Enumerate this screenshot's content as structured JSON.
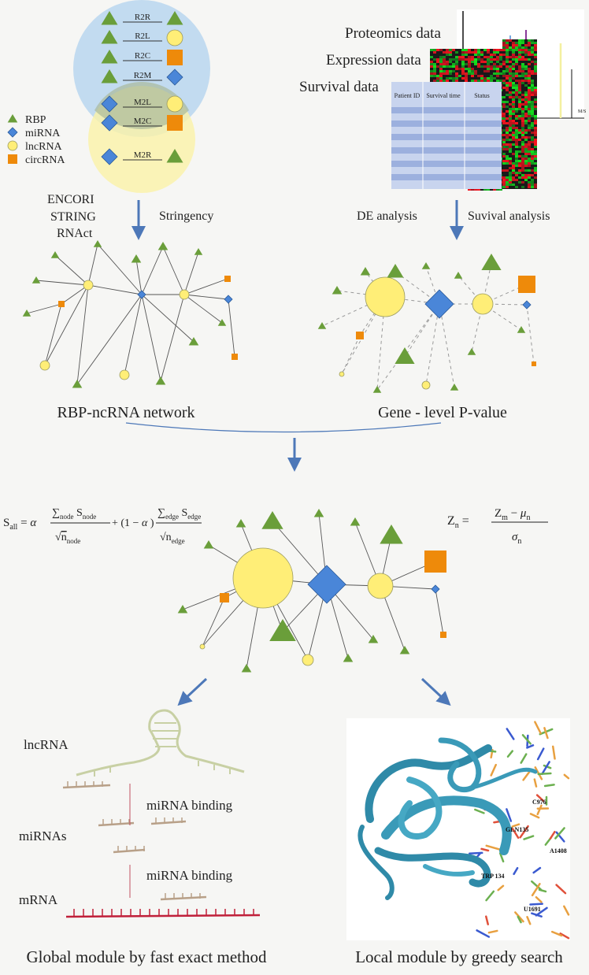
{
  "legend": {
    "items": [
      {
        "label": "RBP",
        "shape": "triangle",
        "color": "#6a9e3a"
      },
      {
        "label": "miRNA",
        "shape": "diamond",
        "color": "#4a86d8"
      },
      {
        "label": "lncRNA",
        "shape": "circle",
        "color": "#ffee77"
      },
      {
        "label": "circRNA",
        "shape": "square",
        "color": "#ee8a0a"
      }
    ]
  },
  "venn": {
    "pairs": [
      {
        "label": "R2R",
        "left": "triangle",
        "right": "triangle"
      },
      {
        "label": "R2L",
        "left": "triangle",
        "right": "circle"
      },
      {
        "label": "R2C",
        "left": "triangle",
        "right": "square"
      },
      {
        "label": "R2M",
        "left": "triangle",
        "right": "diamond"
      },
      {
        "label": "M2L",
        "left": "diamond",
        "right": "circle"
      },
      {
        "label": "M2C",
        "left": "diamond",
        "right": "square"
      },
      {
        "label": "M2R",
        "left": "diamond",
        "right": "triangle"
      }
    ]
  },
  "sources": {
    "line1": "ENCORI",
    "line2": "STRING",
    "line3": "RNAct",
    "stringency": "Stringency"
  },
  "data_panel": {
    "proteomics": "Proteomics data",
    "expression": "Expression data",
    "survival": "Survival data",
    "table_headers": [
      "Patient ID",
      "Survival time",
      "Status"
    ],
    "ms_label": "M/S"
  },
  "analysis": {
    "de": "DE analysis",
    "survival": "Suvival analysis"
  },
  "networks": {
    "left_caption": "RBP-ncRNA network",
    "right_caption": "Gene - level P-value"
  },
  "formulas": {
    "s_all": "S_all = α Σ_node S_node / √n_node + (1−α) Σ_edge S_edge / √n_edge",
    "z_n": "Z_n = (Z_m − μ_n) / σ_n"
  },
  "global_module": {
    "lncrna": "lncRNA",
    "mirnas": "miRNAs",
    "mrna": "mRNA",
    "binding1": "miRNA binding",
    "binding2": "miRNA binding",
    "caption": "Global module by fast exact method"
  },
  "local_module": {
    "residues": [
      "C976",
      "GLN135",
      "A1408",
      "TRP 134",
      "U1691"
    ],
    "caption": "Local module by greedy search"
  },
  "colors": {
    "rbp": "#6a9e3a",
    "mirna": "#4a86d8",
    "lncrna": "#ffee77",
    "circrna": "#ee8a0a",
    "arrow": "#4d78b8",
    "edge": "#555555",
    "protein": "#3a9ab8"
  }
}
